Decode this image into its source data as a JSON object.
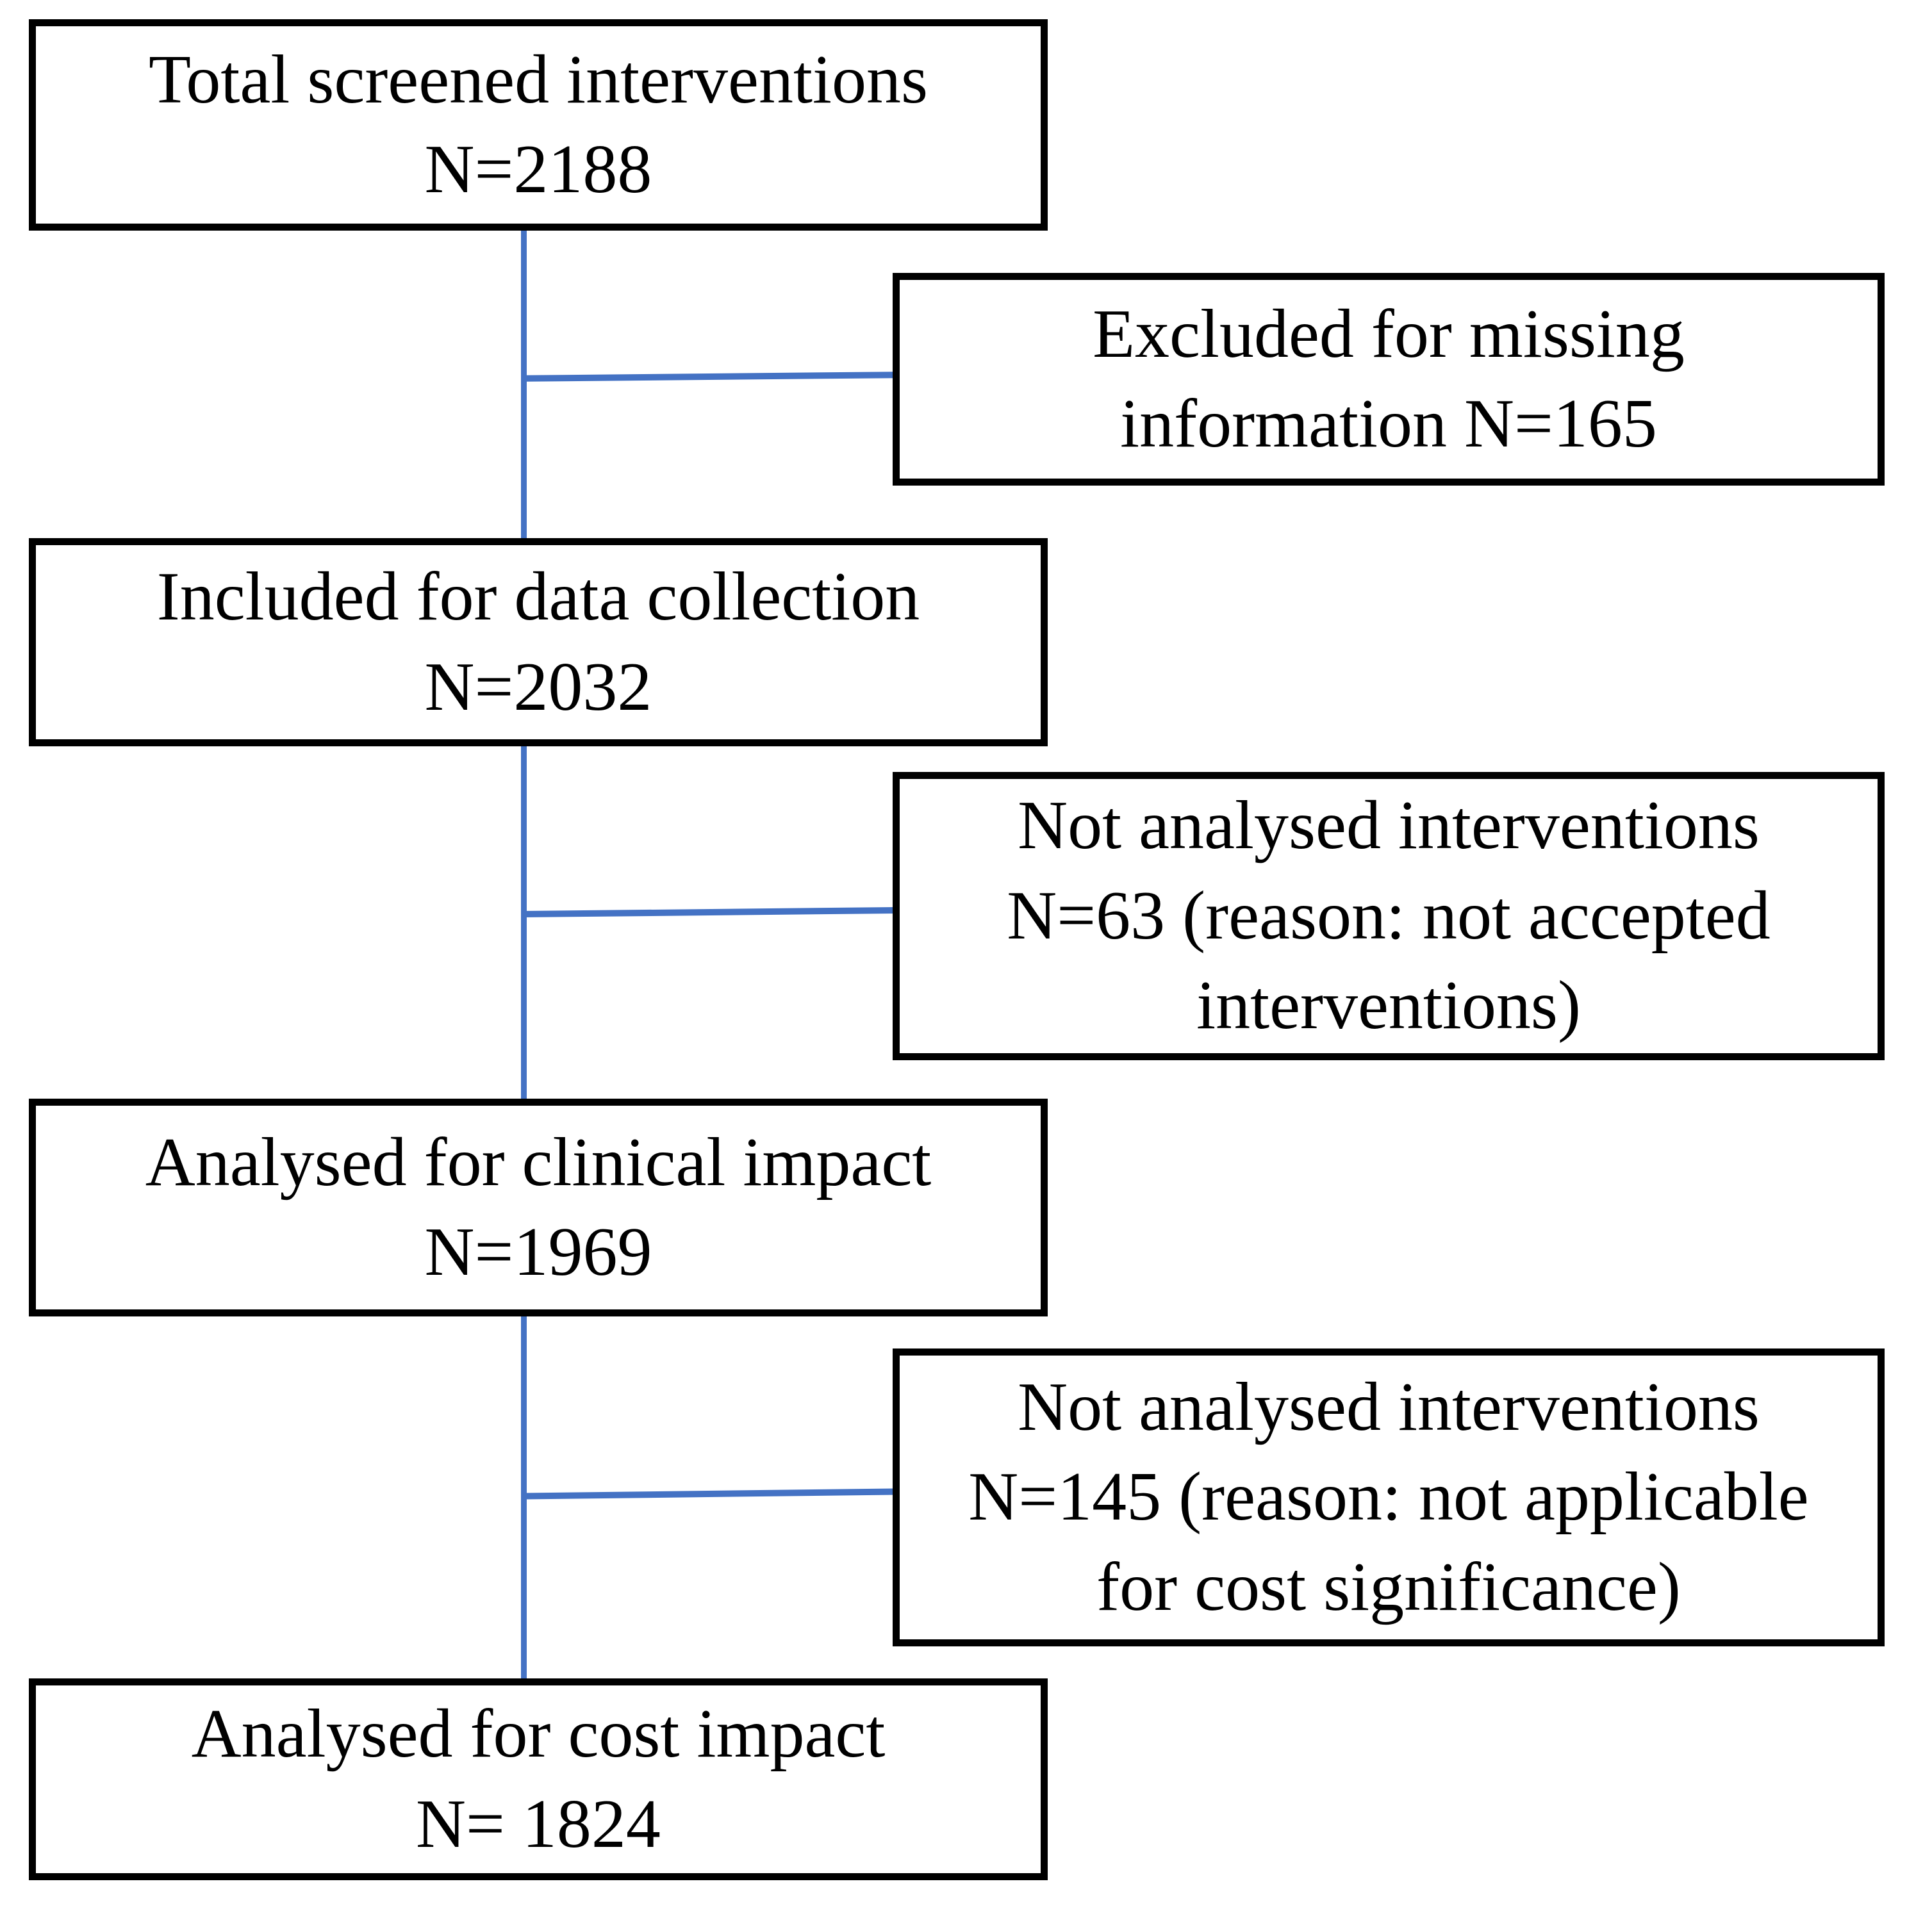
{
  "diagram": {
    "type": "flowchart",
    "background": "#ffffff",
    "box_border_color": "#000000",
    "connector_color": "#4472C4",
    "text_color": "#000000",
    "boxes": {
      "total_screened": {
        "lines": [
          "Total screened interventions",
          "N=2188"
        ]
      },
      "excluded_missing": {
        "lines": [
          "Excluded for missing",
          "information N=165"
        ]
      },
      "included_data_collection": {
        "lines": [
          "Included for data collection",
          "N=2032"
        ]
      },
      "not_analysed_not_accepted": {
        "lines": [
          "Not analysed interventions",
          "N=63 (reason: not accepted",
          "interventions)"
        ]
      },
      "analysed_clinical_impact": {
        "lines": [
          "Analysed for clinical impact",
          "N=1969"
        ]
      },
      "not_analysed_not_applicable": {
        "lines": [
          "Not analysed interventions",
          "N=145 (reason: not applicable",
          "for cost significance)"
        ]
      },
      "analysed_cost_impact": {
        "lines": [
          "Analysed for cost impact",
          "N= 1824"
        ]
      }
    }
  }
}
